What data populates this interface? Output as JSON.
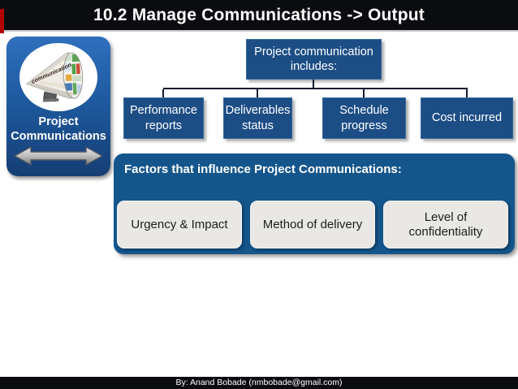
{
  "slide": {
    "title": "10.2 Manage Communications -> Output",
    "footer": "By: Anand Bobade (nmbobade@gmail.com)"
  },
  "sidebar": {
    "label": "Project Communications",
    "image_word": "communication"
  },
  "flowchart": {
    "root": "Project communication includes:",
    "children": [
      "Performance reports",
      "Deliverables status",
      "Schedule progress",
      "Cost incurred"
    ]
  },
  "factors": {
    "heading": "Factors that influence Project Communications:",
    "items": [
      "Urgency & Impact",
      "Method of delivery",
      "Level of confidentiality"
    ]
  },
  "colors": {
    "title_bar_black": "#0b0c0f",
    "accent_red": "#b00000",
    "node_blue": "#1c4d85",
    "panel_blue": "#14568c",
    "sidebar_blue_top": "#2f6fbd",
    "sidebar_blue_bottom": "#153e74",
    "item_gray": "#e9e8e4",
    "arrow_gray": "#b9b9b9"
  }
}
